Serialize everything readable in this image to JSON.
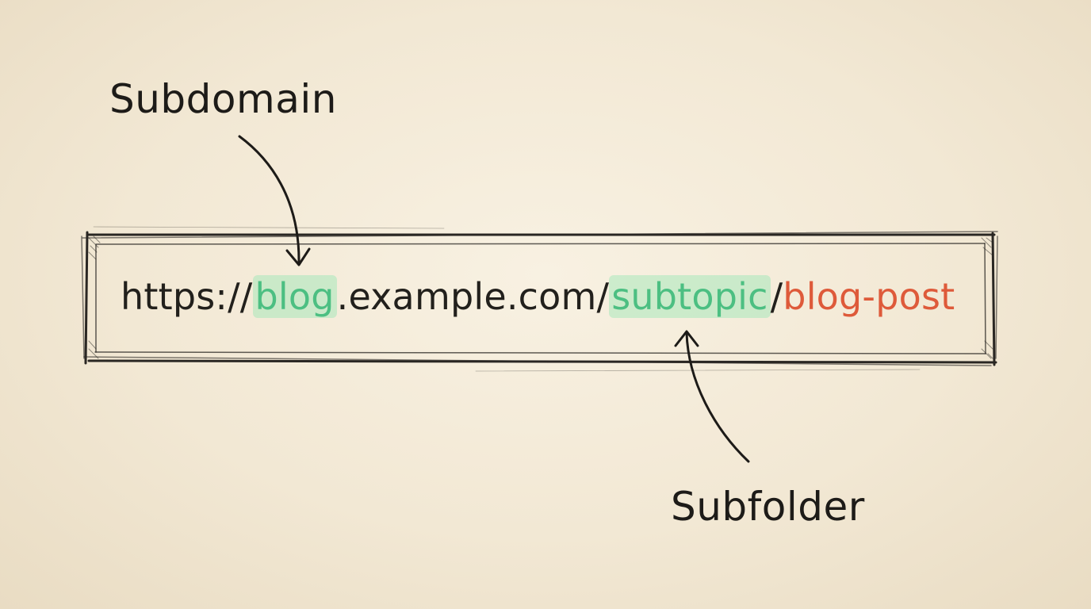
{
  "labels": {
    "subdomain": "Subdomain",
    "subfolder": "Subfolder"
  },
  "url": {
    "scheme": "https://",
    "subdomain": "blog",
    "domain": ".example.com/",
    "subfolder": "subtopic",
    "separator": "/",
    "slug": "blog-post"
  },
  "colors": {
    "highlight_text": "#4cbf82",
    "highlight_bg": "#a8ecc4",
    "slug_text": "#de5a3a",
    "ink": "#1d1b18",
    "paper": "#f4ebd9"
  }
}
